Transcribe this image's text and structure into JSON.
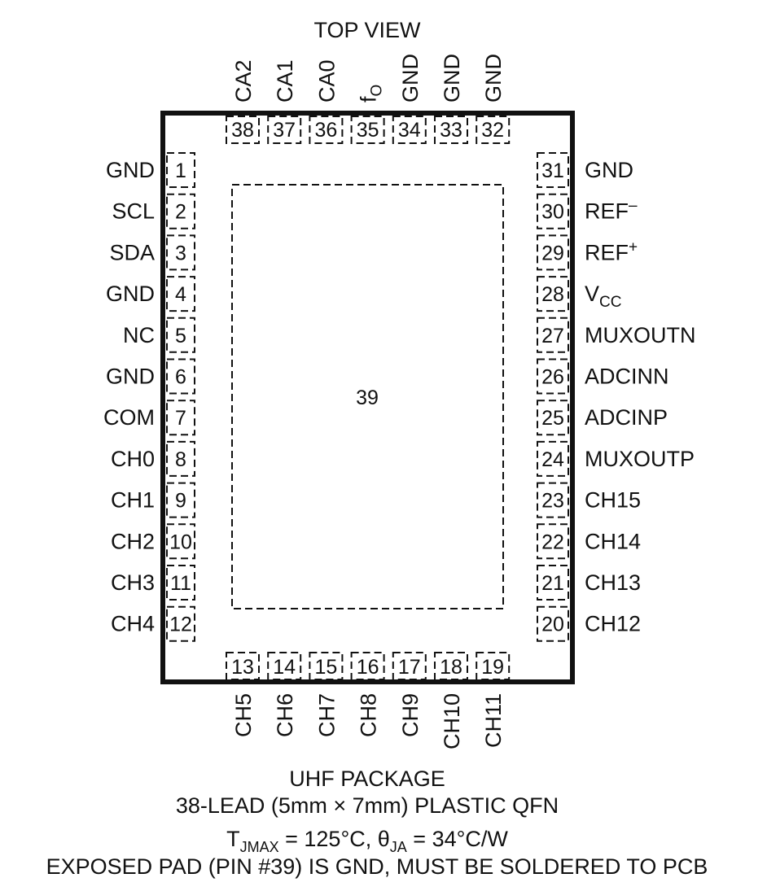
{
  "view_title": "TOP VIEW",
  "exposed_pad_number": "39",
  "pins": {
    "top": [
      {
        "num": "38",
        "name": "CA2"
      },
      {
        "num": "37",
        "name": "CA1"
      },
      {
        "num": "36",
        "name": "CA0"
      },
      {
        "num": "35",
        "name": "f",
        "sub": "O"
      },
      {
        "num": "34",
        "name": "GND"
      },
      {
        "num": "33",
        "name": "GND"
      },
      {
        "num": "32",
        "name": "GND"
      }
    ],
    "left": [
      {
        "num": "1",
        "name": "GND"
      },
      {
        "num": "2",
        "name": "SCL"
      },
      {
        "num": "3",
        "name": "SDA"
      },
      {
        "num": "4",
        "name": "GND"
      },
      {
        "num": "5",
        "name": "NC"
      },
      {
        "num": "6",
        "name": "GND"
      },
      {
        "num": "7",
        "name": "COM"
      },
      {
        "num": "8",
        "name": "CH0"
      },
      {
        "num": "9",
        "name": "CH1"
      },
      {
        "num": "10",
        "name": "CH2"
      },
      {
        "num": "11",
        "name": "CH3"
      },
      {
        "num": "12",
        "name": "CH4"
      }
    ],
    "right": [
      {
        "num": "31",
        "name": "GND"
      },
      {
        "num": "30",
        "name": "REF",
        "sup": "–"
      },
      {
        "num": "29",
        "name": "REF",
        "sup": "+"
      },
      {
        "num": "28",
        "name": "V",
        "sub": "CC"
      },
      {
        "num": "27",
        "name": "MUXOUTN"
      },
      {
        "num": "26",
        "name": "ADCINN"
      },
      {
        "num": "25",
        "name": "ADCINP"
      },
      {
        "num": "24",
        "name": "MUXOUTP"
      },
      {
        "num": "23",
        "name": "CH15"
      },
      {
        "num": "22",
        "name": "CH14"
      },
      {
        "num": "21",
        "name": "CH13"
      },
      {
        "num": "20",
        "name": "CH12"
      }
    ],
    "bottom": [
      {
        "num": "13",
        "name": "CH5"
      },
      {
        "num": "14",
        "name": "CH6"
      },
      {
        "num": "15",
        "name": "CH7"
      },
      {
        "num": "16",
        "name": "CH8"
      },
      {
        "num": "17",
        "name": "CH9"
      },
      {
        "num": "18",
        "name": "CH10"
      },
      {
        "num": "19",
        "name": "CH11"
      }
    ]
  },
  "caption": {
    "line1": "UHF PACKAGE",
    "line2": "38-LEAD (5mm × 7mm) PLASTIC QFN",
    "line3": {
      "t_symbol": "T",
      "t_sub": "JMAX",
      "t_value": " = 125°C, ",
      "theta_symbol": "θ",
      "theta_sub": "JA",
      "theta_value": " = 34°C/W"
    },
    "line4": "EXPOSED PAD (PIN #39) IS GND, MUST BE SOLDERED TO PCB"
  }
}
